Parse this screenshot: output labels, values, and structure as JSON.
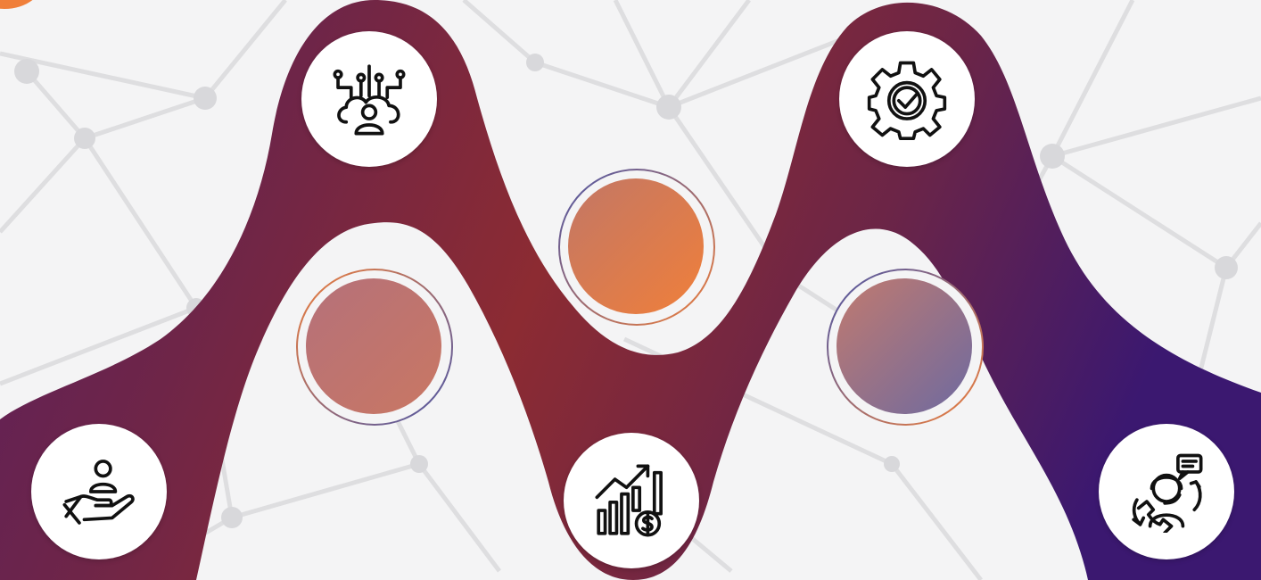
{
  "diagram": {
    "nodes": [
      {
        "id": "hand-user",
        "icon": "hand-holding-user-icon"
      },
      {
        "id": "cloud-network",
        "icon": "cloud-network-user-icon"
      },
      {
        "id": "growth",
        "icon": "growth-chart-dollar-icon"
      },
      {
        "id": "gear-check",
        "icon": "gear-checkmark-icon"
      },
      {
        "id": "support",
        "icon": "customer-support-icon"
      }
    ],
    "orbs": [
      {
        "id": "orb-left",
        "from": "#b5717a",
        "to": "#c97763"
      },
      {
        "id": "orb-center",
        "from": "#c27766",
        "to": "#f07f3a"
      },
      {
        "id": "orb-right",
        "from": "#c17a6f",
        "to": "#6e6aa0"
      }
    ]
  },
  "colors": {
    "background": "#f4f4f5",
    "ribbon_start": "#5b1f5e",
    "ribbon_mid": "#8c2b32",
    "ribbon_end": "#3b1870",
    "accent_orange": "#f07f3a",
    "accent_blue": "#4a56a8"
  }
}
